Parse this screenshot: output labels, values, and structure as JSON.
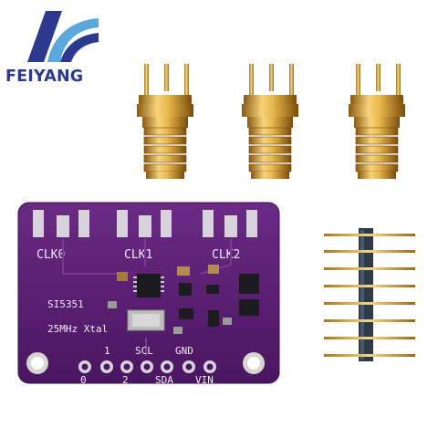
{
  "brand": {
    "name": "FEIYANG",
    "colors": {
      "blue": "#2b3a8f",
      "light_blue": "#5aa8dc"
    }
  },
  "board": {
    "color": "#5b1f73",
    "channel_labels": [
      "CLK0",
      "CLK1",
      "CLK2"
    ],
    "chip_label": "SI5351",
    "crystal_label": "25MHz Xtal",
    "pins_top_labels": [
      "1",
      "SCL",
      "GND"
    ],
    "pins_bottom_labels": [
      "0",
      "2",
      "SDA",
      "VIN"
    ]
  },
  "connectors": {
    "count": 3,
    "color": "#d9a93a"
  },
  "header": {
    "pin_count": 8,
    "color": "#2e3a48"
  }
}
